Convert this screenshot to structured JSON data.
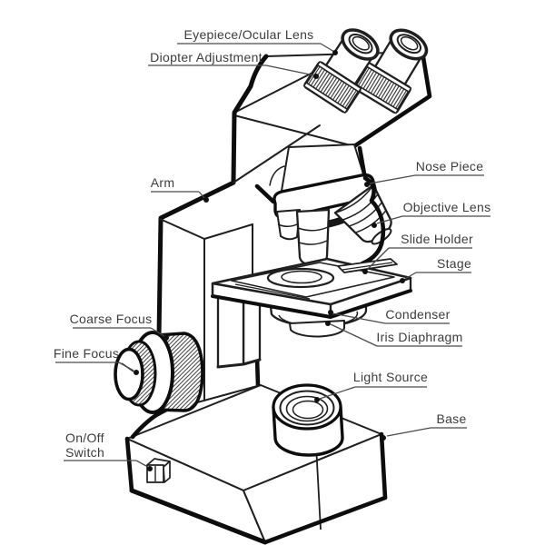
{
  "diagram": {
    "labels": {
      "eyepiece": "Eyepiece/Ocular Lens",
      "diopter": "Diopter Adjustment",
      "arm": "Arm",
      "nose_piece": "Nose Piece",
      "objective_lens": "Objective Lens",
      "slide_holder": "Slide Holder",
      "stage": "Stage",
      "condenser": "Condenser",
      "iris_diaphragm": "Iris Diaphragm",
      "coarse_focus": "Coarse Focus",
      "fine_focus": "Fine Focus",
      "light_source": "Light Source",
      "on_off_switch_line1": "On/Off",
      "on_off_switch_line2": "Switch",
      "base": "Base"
    },
    "colors": {
      "line": "#1f1f1f",
      "label_text": "#3c3c3c",
      "background": "#ffffff"
    }
  }
}
